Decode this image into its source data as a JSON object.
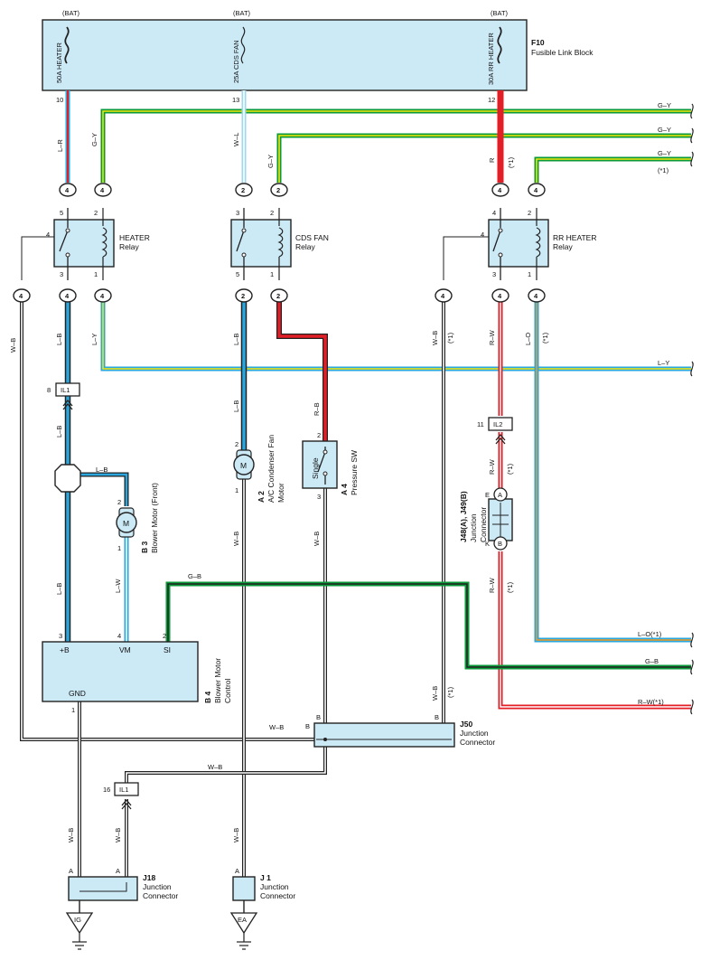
{
  "fusible_link_block": {
    "ref": "F10",
    "name": "Fusible Link Block",
    "bat_labels": [
      "(BAT)",
      "(BAT)",
      "(BAT)"
    ],
    "fuses": [
      "50A HEATER",
      "25A CDS FAN",
      "30A RR HEATER"
    ],
    "pins": [
      "10",
      "13",
      "12"
    ]
  },
  "relays": [
    {
      "name": "HEATER",
      "sub": "Relay",
      "pins": [
        "5",
        "2",
        "4",
        "3",
        "1"
      ]
    },
    {
      "name": "CDS FAN",
      "sub": "Relay",
      "pins": [
        "3",
        "2",
        "5",
        "1"
      ]
    },
    {
      "name": "RR HEATER",
      "sub": "Relay",
      "pins": [
        "4",
        "2",
        "4",
        "3",
        "1"
      ]
    }
  ],
  "connector_numbers": {
    "heater": "4",
    "cds": "2",
    "rr": "4"
  },
  "wire_labels": {
    "l_r": "L–R",
    "g_y": "G–Y",
    "w_l": "W–L",
    "r": "R",
    "star1": "(*1)",
    "w_b": "W–B",
    "l_b": "L–B",
    "l_y": "L–Y",
    "r_b": "R–B",
    "r_w": "R–W",
    "l_o": "L–O",
    "l_w": "L–W",
    "g_b": "G–B",
    "right_g_y": "G–Y",
    "right_l_y": "L–Y",
    "right_l_o": "L–O(*1)",
    "right_g_b": "G–B",
    "right_r_w": "R–W(*1)"
  },
  "il_connectors": {
    "il1_top": {
      "label": "IL1",
      "pin": "8"
    },
    "il2": {
      "label": "IL2",
      "pin": "11"
    },
    "il1_bottom": {
      "label": "IL1",
      "pin": "16"
    }
  },
  "components": {
    "blower_motor": {
      "ref": "B 3",
      "name": "Blower Motor (Front)",
      "pins": [
        "2",
        "1"
      ],
      "symbol": "M"
    },
    "condenser_motor": {
      "ref": "A 2",
      "name": "A/C Condenser Fan",
      "name2": "Motor",
      "pins": [
        "2",
        "1"
      ],
      "symbol": "M"
    },
    "pressure_sw": {
      "ref": "A 4",
      "name": "Pressure SW",
      "label": "Single",
      "pins": [
        "2",
        "3"
      ]
    },
    "junction_j48": {
      "ref": "J48(A), J49(B)",
      "name": "Junction",
      "name2": "Connector",
      "pins": [
        "E",
        "K"
      ],
      "sockets": [
        "A",
        "B"
      ]
    },
    "blower_control": {
      "ref": "B 4",
      "name": "Blower Motor",
      "name2": "Control",
      "pins": [
        "3",
        "4",
        "2"
      ],
      "terminals": [
        "+B",
        "VM",
        "SI"
      ],
      "gnd": "GND",
      "gnd_pin": "1"
    },
    "j50": {
      "ref": "J50",
      "name": "Junction",
      "name2": "Connector",
      "pins": [
        "B",
        "B",
        "B"
      ]
    },
    "j18": {
      "ref": "J18",
      "name": "Junction",
      "name2": "Connector",
      "pins": [
        "A",
        "A"
      ]
    },
    "j1": {
      "ref": "J 1",
      "name": "Junction",
      "name2": "Connector",
      "pins": [
        "A"
      ]
    }
  },
  "grounds": [
    "IG",
    "EA"
  ],
  "colors": {
    "red": "#e41e26",
    "blue": "#2aa7de",
    "green": "#0a9a3a",
    "yellow": "#f4e60a",
    "box": "#cce9f6",
    "wire_dark": "#222222"
  }
}
